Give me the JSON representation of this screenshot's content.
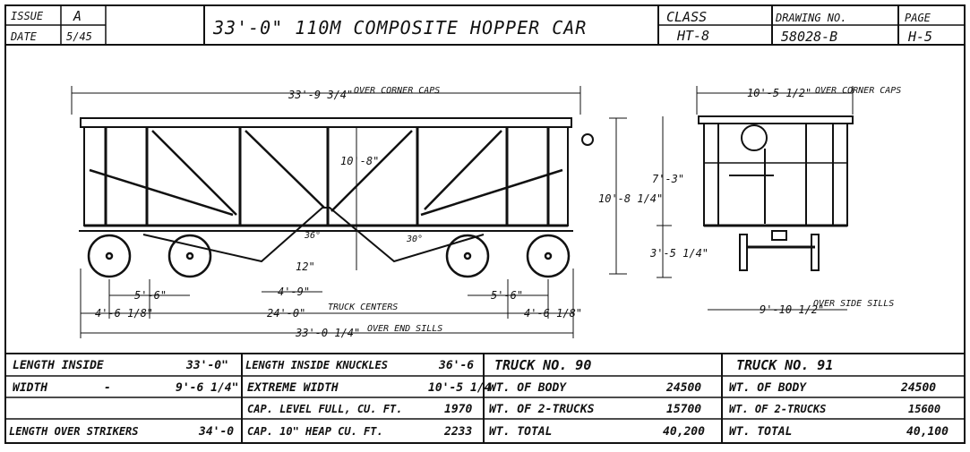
{
  "header": {
    "issue_label": "ISSUE",
    "issue_value": "A",
    "date_label": "DATE",
    "date_value": "5/45",
    "title": "33'-0\" 110M COMPOSITE HOPPER CAR",
    "class_label": "CLASS",
    "class_value": "HT-8",
    "drawing_no_label": "DRAWING NO.",
    "drawing_no_value": "58028-B",
    "page_label": "PAGE",
    "page_value": "H-5"
  },
  "side_view": {
    "over_corner_caps": "33'-9 3/4\"",
    "over_corner_caps_note": "OVER CORNER CAPS",
    "height": "10'-8\"",
    "overall_height": "10'-8 1/4\"",
    "angle_1": "36°",
    "angle_2": "30°",
    "clearance": "12\"",
    "truck_wheelbase_left": "5'-6\"",
    "truck_wheelbase_right": "5'-6\"",
    "hopper_opening": "4'-9\"",
    "end_overhang_left": "4'-6 1/8\"",
    "end_overhang_right": "4'-6 1/8\"",
    "truck_centers": "24'-0\"",
    "truck_centers_note": "TRUCK CENTERS",
    "over_end_sills": "33'-0 1/4\"",
    "over_end_sills_note": "OVER END SILLS"
  },
  "end_view": {
    "over_corner_caps": "10'-5 1/2\"",
    "over_corner_caps_note": "OVER CORNER CAPS",
    "body_height": "7'-3\"",
    "lower_height": "3'-5 1/4\"",
    "over_side_sills": "9'-10 1/2\"",
    "over_side_sills_note": "OVER SIDE SILLS"
  },
  "table": {
    "rows": [
      {
        "label": "LENGTH INSIDE",
        "value": "33'-0\""
      },
      {
        "label": "WIDTH",
        "dash": "-",
        "value": "9'-6 1/4\""
      },
      {
        "label": "",
        "value": ""
      },
      {
        "label": "LENGTH OVER STRIKERS",
        "value": "34'-0"
      }
    ],
    "mid_rows": [
      {
        "label": "LENGTH INSIDE KNUCKLES",
        "value": "36'-6"
      },
      {
        "label": "EXTREME WIDTH",
        "value": "10'-5 1/4"
      },
      {
        "label": "CAP. LEVEL FULL, CU. FT.",
        "value": "1970"
      },
      {
        "label": "CAP. 10\" HEAP CU. FT.",
        "value": "2233"
      }
    ],
    "truck_a": {
      "title": "TRUCK NO. 90",
      "rows": [
        {
          "label": "WT. OF BODY",
          "value": "24500"
        },
        {
          "label": "WT. OF 2-TRUCKS",
          "value": "15700"
        },
        {
          "label": "WT. TOTAL",
          "value": "40,200"
        }
      ]
    },
    "truck_b": {
      "title": "TRUCK NO. 91",
      "rows": [
        {
          "label": "WT. OF BODY",
          "value": "24500"
        },
        {
          "label": "WT. OF 2-TRUCKS",
          "value": "15600"
        },
        {
          "label": "WT. TOTAL",
          "value": "40,100"
        }
      ]
    }
  }
}
